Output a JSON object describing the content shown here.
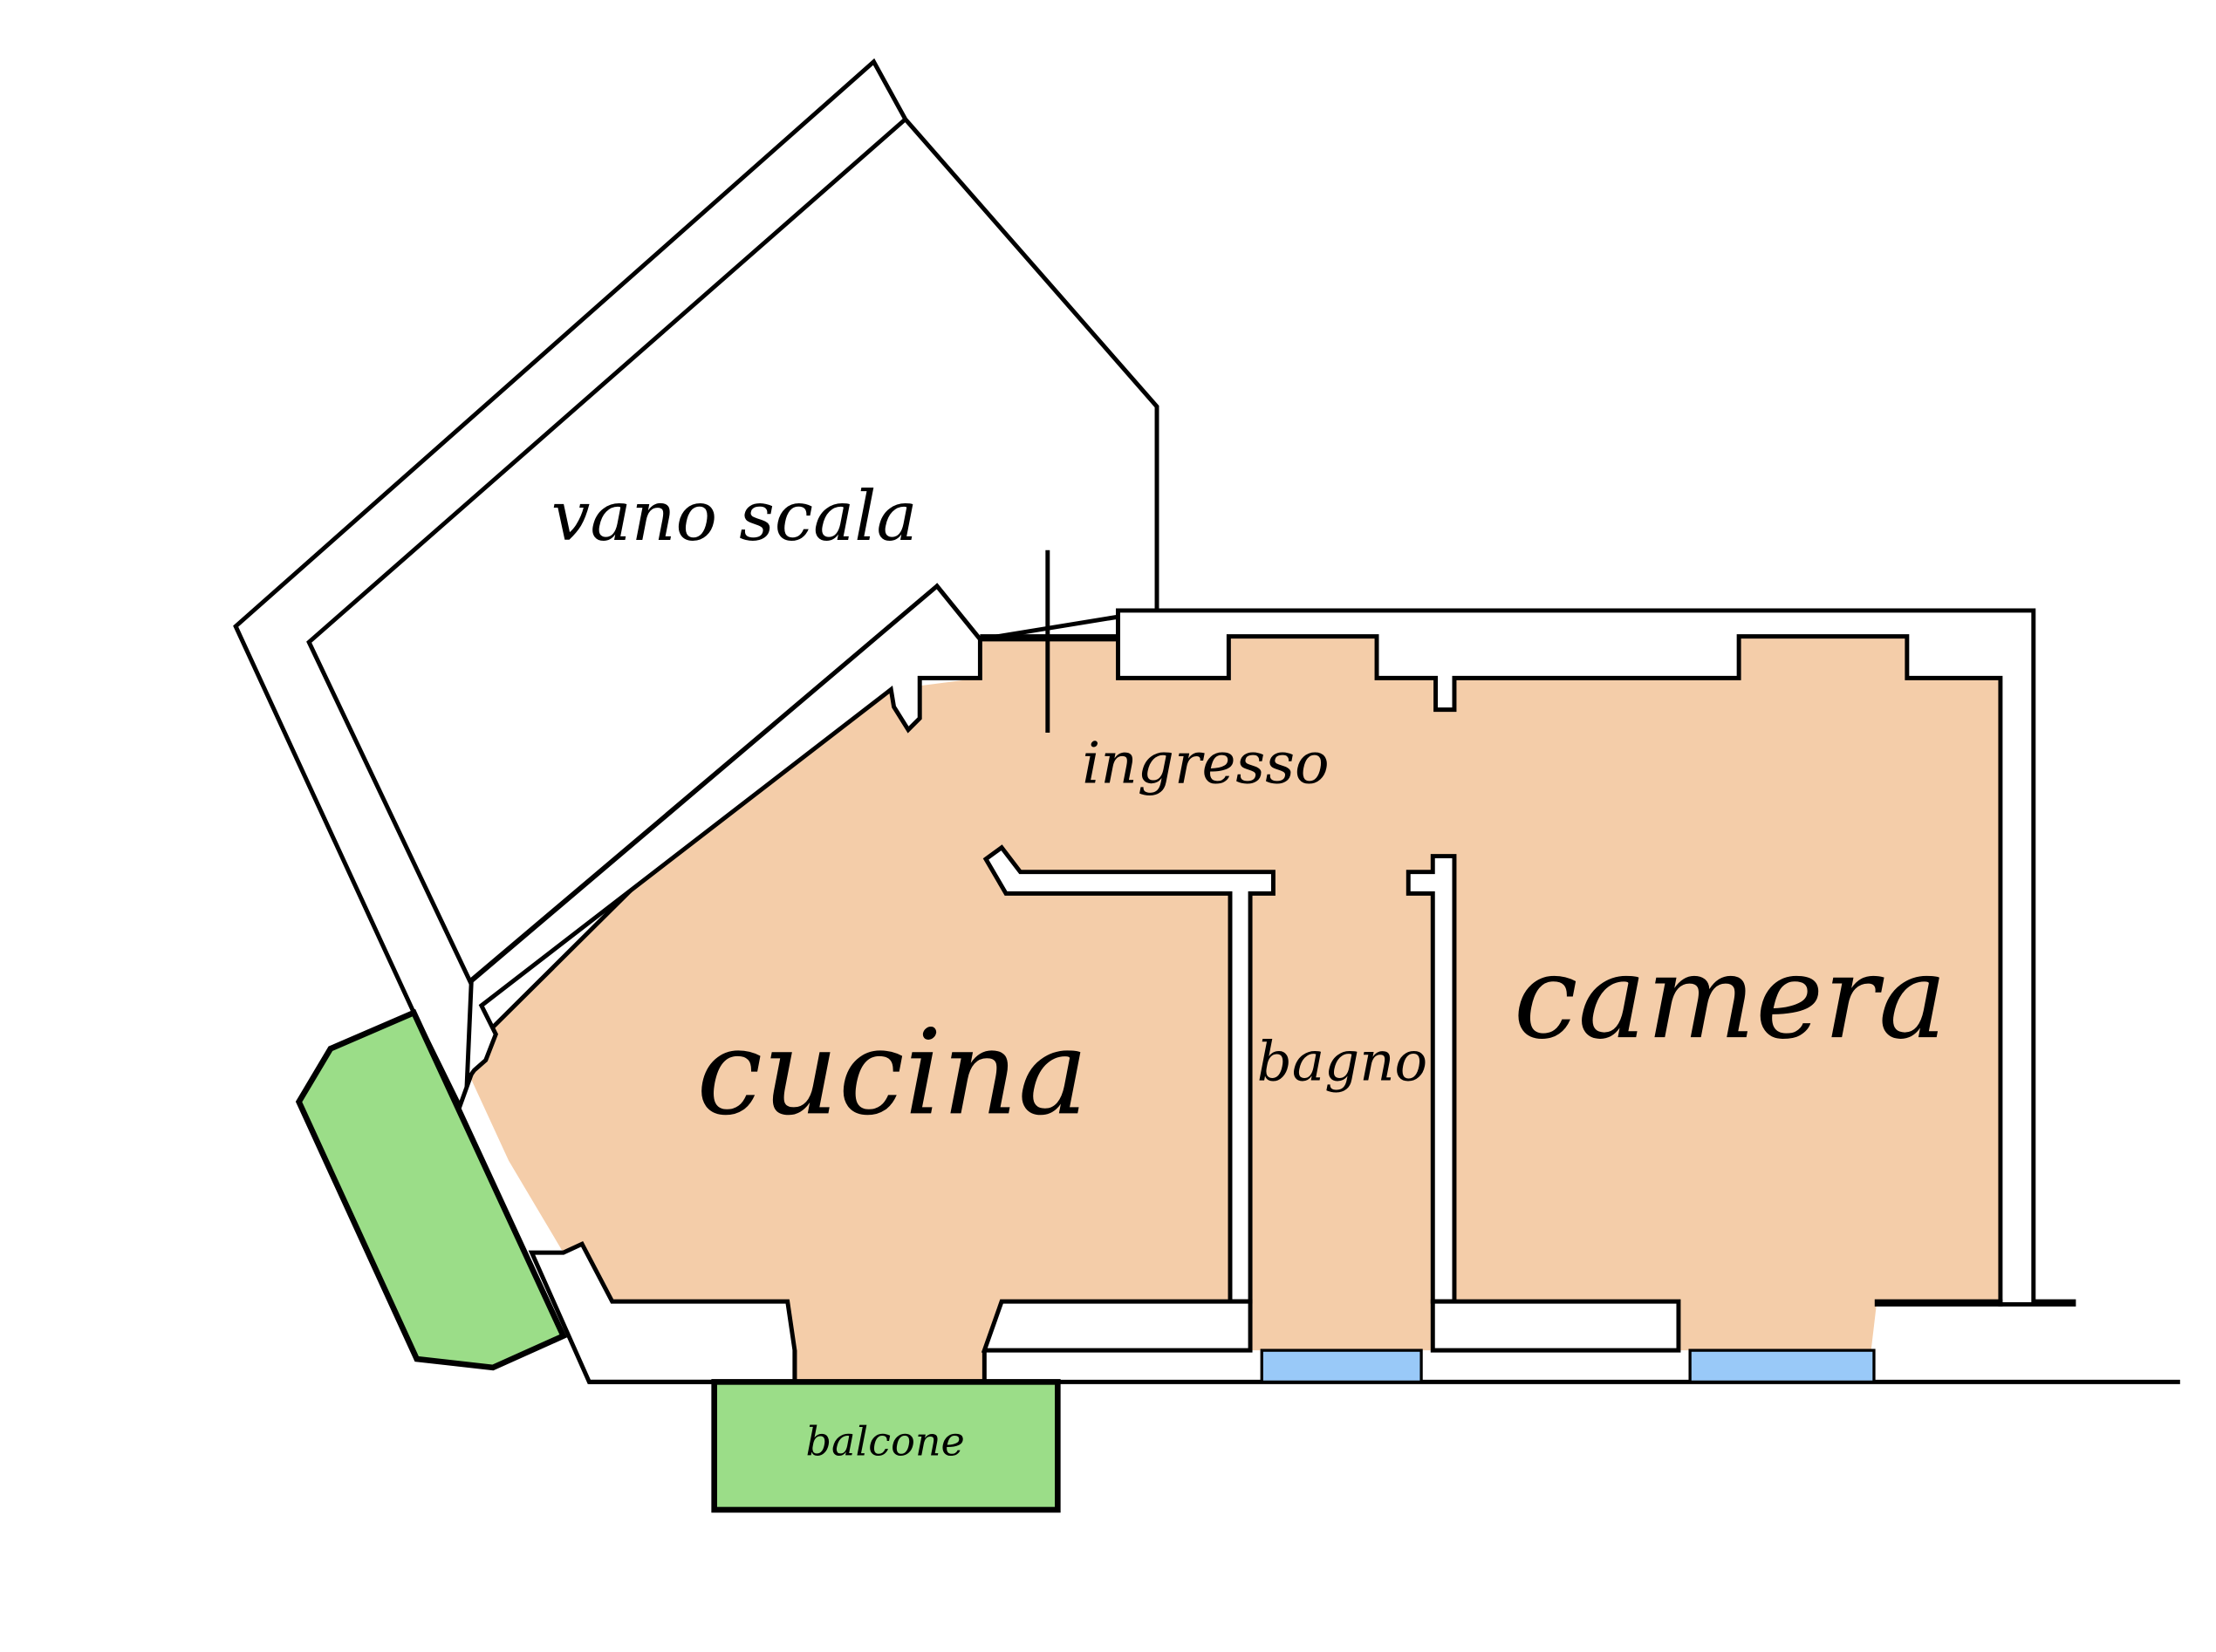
{
  "labels": {
    "vano_scala": "vano scala",
    "ingresso": "ingresso",
    "cucina": "cucina",
    "bagno": "bagno",
    "camera": "camera",
    "balcone": "balcone"
  },
  "colors": {
    "room_fill": "#F4CDA9",
    "balcony_fill": "#9BDD88",
    "window_fill": "#99C9F8",
    "wall_fill": "#FFFFFF",
    "line": "#000000"
  }
}
